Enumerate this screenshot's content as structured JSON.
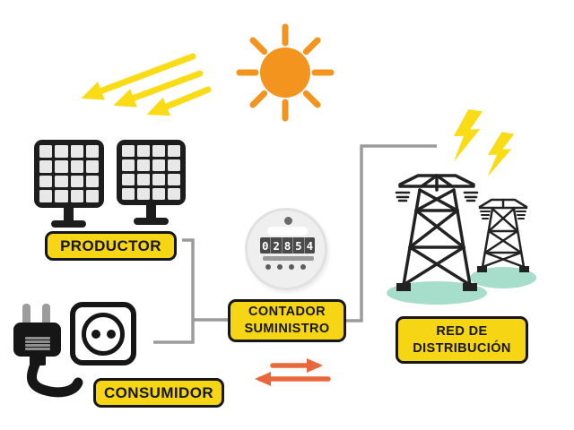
{
  "diagram": {
    "labels": {
      "productor": "PRODUCTOR",
      "consumidor": "CONSUMIDOR",
      "contador_line1": "CONTADOR",
      "contador_line2": "SUMINISTRO",
      "red_line1": "RED DE",
      "red_line2": "DISTRIBUCIÓN"
    },
    "meter": {
      "reading": "02854"
    },
    "icons": {
      "sun": "sun-icon",
      "sunlight": "sunlight-arrow-icon",
      "solar_panels": "solar-panel-icon",
      "plug": "power-plug-icon",
      "outlet": "wall-outlet-icon",
      "meter": "energy-meter-icon",
      "pylon": "transmission-tower-icon",
      "lightning": "lightning-bolt-icon",
      "exchange": "energy-exchange-arrows-icon"
    },
    "colors": {
      "sun_orange": "#F2941E",
      "ray_yellow": "#F9DC15",
      "label_yellow": "#F6D515",
      "exchange_orange": "#E8683C",
      "ground_teal": "#A6DECB",
      "connector_gray": "#9B9B9B",
      "ink_black": "#1D1D1D",
      "meter_display_gray": "#4A4A4A"
    }
  }
}
